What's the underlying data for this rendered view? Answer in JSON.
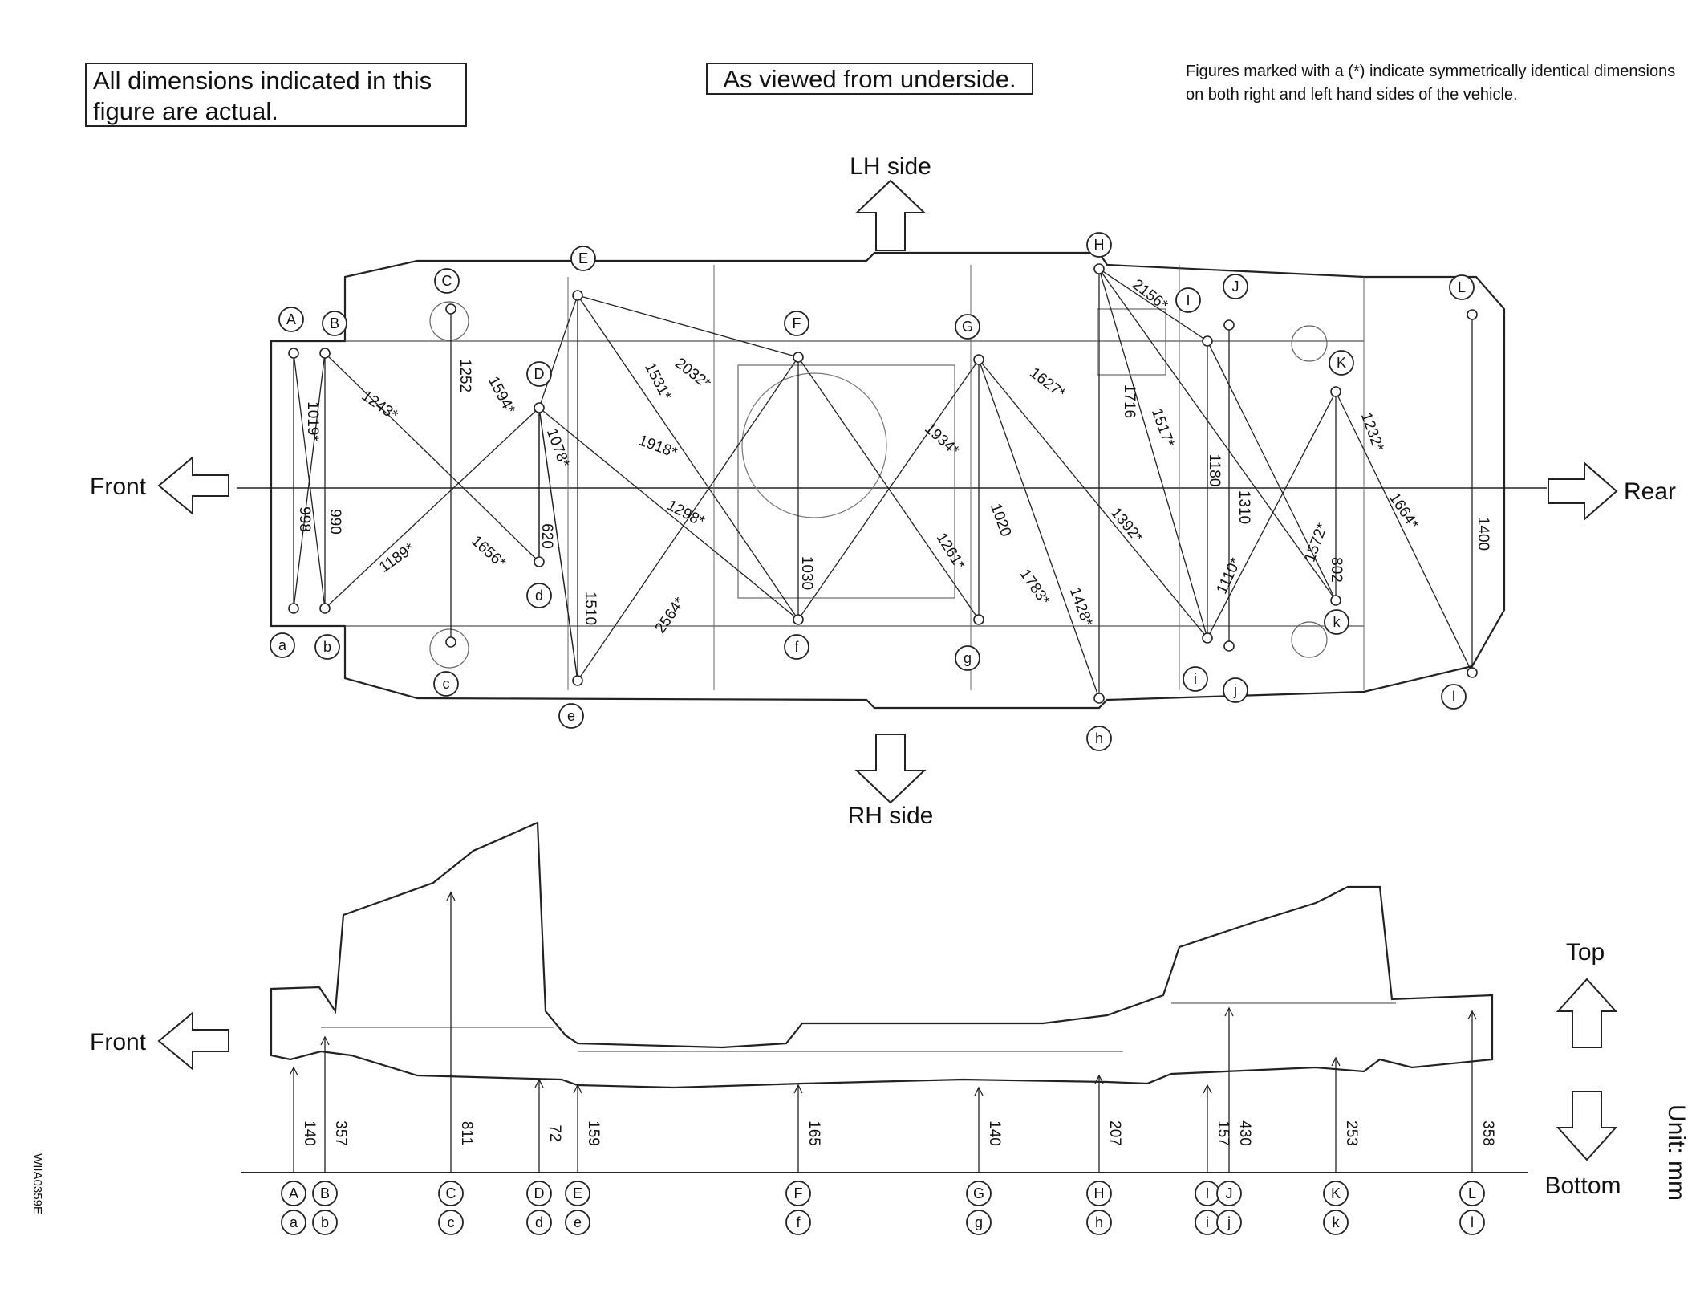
{
  "notes": {
    "actual": "All dimensions indicated in this figure are actual.",
    "viewed": "As viewed from underside.",
    "symmetric": "Figures marked with a (*) indicate symmetrically identical dimensions on both right and left hand sides of the vehicle."
  },
  "directions": {
    "lh": "LH side",
    "rh": "RH side",
    "front": "Front",
    "rear": "Rear",
    "front_side": "Front",
    "top": "Top",
    "bottom": "Bottom"
  },
  "unit": "Unit: mm",
  "figure_code": "WIIA0359E",
  "underside_dimensions": [
    "1019*",
    "998",
    "990",
    "1243*",
    "1252",
    "1594*",
    "1078*",
    "620",
    "1189*",
    "1656*",
    "1510",
    "2032*",
    "1531*",
    "1918*",
    "1298*",
    "2564*",
    "1030",
    "1934*",
    "1261*",
    "1020",
    "1783*",
    "1627*",
    "1716",
    "1517*",
    "2156*",
    "1392*",
    "1428*",
    "1180",
    "1310",
    "1110*",
    "1572*",
    "1232*",
    "1664*",
    "802",
    "1400"
  ],
  "upper_labels": [
    "A",
    "B",
    "C",
    "D",
    "E",
    "F",
    "G",
    "H",
    "I",
    "J",
    "K",
    "L"
  ],
  "lower_labels": [
    "a",
    "b",
    "c",
    "d",
    "e",
    "f",
    "g",
    "h",
    "i",
    "j",
    "k",
    "l"
  ],
  "heights": [
    "140",
    "357",
    "811",
    "72",
    "159",
    "165",
    "140",
    "207",
    "157",
    "430",
    "253",
    "358"
  ]
}
